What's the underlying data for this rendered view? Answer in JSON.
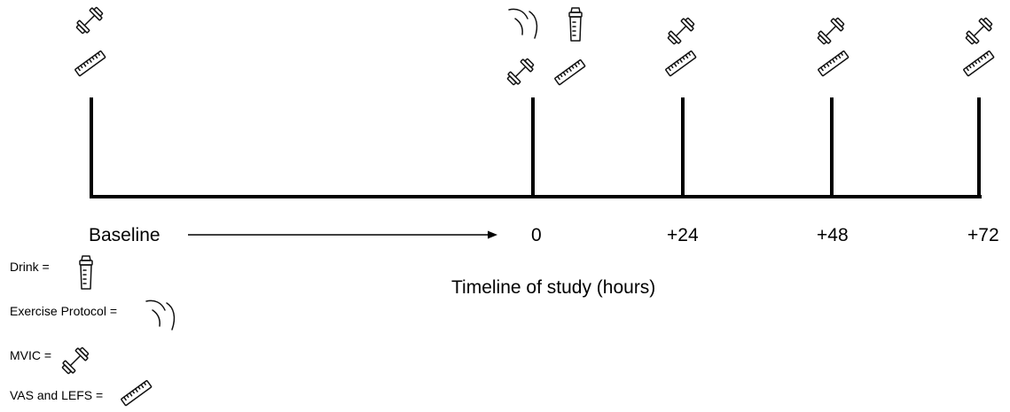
{
  "timeline": {
    "title": "Timeline of study (hours)",
    "points": [
      {
        "label": "Baseline",
        "icons": [
          "dumbbell-icon",
          "ruler-icon"
        ]
      },
      {
        "label": "0",
        "icons": [
          "knee-icon",
          "shaker-icon",
          "dumbbell-icon",
          "ruler-icon"
        ]
      },
      {
        "label": "+24",
        "icons": [
          "dumbbell-icon",
          "ruler-icon"
        ]
      },
      {
        "label": "+48",
        "icons": [
          "dumbbell-icon",
          "ruler-icon"
        ]
      },
      {
        "label": "+72",
        "icons": [
          "dumbbell-icon",
          "ruler-icon"
        ]
      }
    ]
  },
  "legend": [
    {
      "label": "Drink =",
      "icon": "shaker-icon"
    },
    {
      "label": "Exercise Protocol =",
      "icon": "knee-icon"
    },
    {
      "label": "MVIC =",
      "icon": "dumbbell-icon"
    },
    {
      "label": "VAS and LEFS =",
      "icon": "ruler-icon"
    }
  ]
}
